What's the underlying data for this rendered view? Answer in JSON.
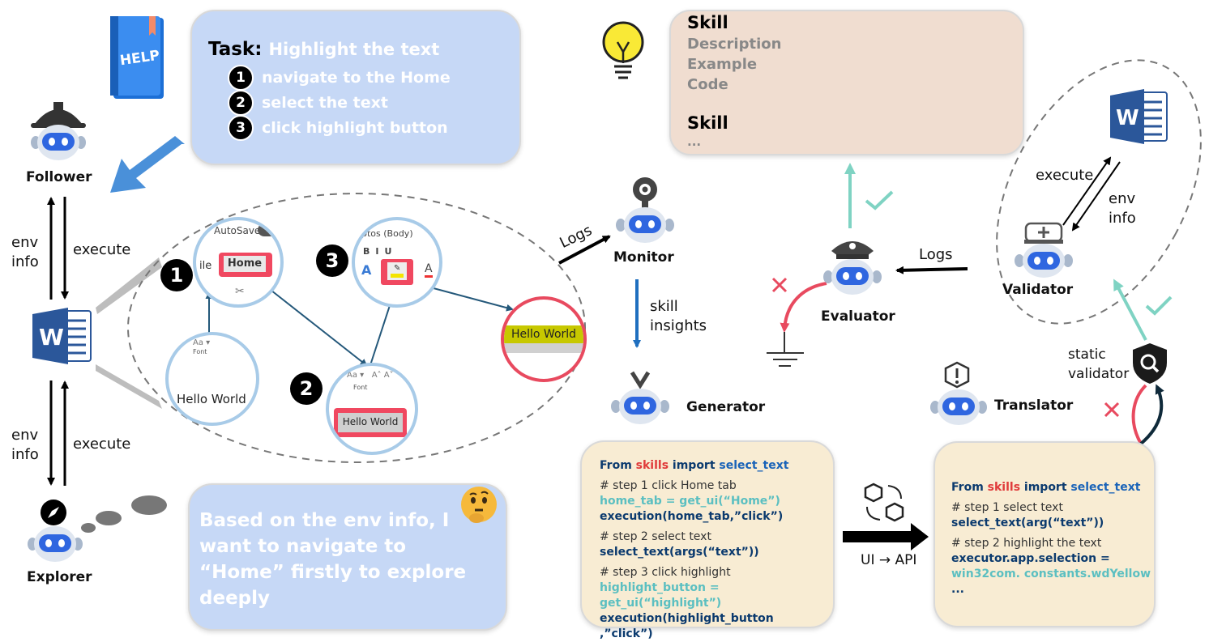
{
  "help_book": {
    "label": "HELP"
  },
  "task": {
    "prefix": "Task",
    "title": "Highlight the text",
    "steps": [
      {
        "num": "1",
        "text": "navigate to the Home"
      },
      {
        "num": "2",
        "text": "select the text"
      },
      {
        "num": "3",
        "text": "click highlight button"
      }
    ]
  },
  "agents": {
    "follower": "Follower",
    "explorer": "Explorer",
    "monitor": "Monitor",
    "generator": "Generator",
    "evaluator": "Evaluator",
    "validator": "Validator",
    "translator": "Translator"
  },
  "edges": {
    "env_info": "env\ninfo",
    "execute": "execute",
    "logs": "Logs",
    "skill_insights": "skill\ninsights",
    "static_validator": "static\nvalidator",
    "ui_api": "UI → API"
  },
  "zooms": {
    "autosave": "AutoSave",
    "home": "Home",
    "ile": "ile",
    "font": "Font",
    "font_body": "ptos (Body)",
    "hello": "Hello World",
    "nums": [
      "1",
      "2",
      "3"
    ]
  },
  "thought": {
    "text": "Based on the env info, I want to navigate to “Home” firstly to explore deeply"
  },
  "skills": {
    "skill_label": "Skill",
    "fields": [
      "Description",
      "Example",
      "Code"
    ],
    "ellipsis": "..."
  },
  "generator_code": {
    "import": {
      "from": "From",
      "module": "skills",
      "imp": "import",
      "name": "select_text"
    },
    "lines": [
      {
        "comment": "# step 1 click Home tab"
      },
      {
        "code": "home_tab = get_ui(“Home”)"
      },
      {
        "code": "execution(home_tab,”click”)"
      },
      {
        "comment": "# step 2 select text"
      },
      {
        "code": "select_text(args(“text”))"
      },
      {
        "comment": "# step 3 click highlight"
      },
      {
        "code": "highlight_button = get_ui(“highlight”)"
      },
      {
        "code": "execution(highlight_button ,”click”)"
      }
    ]
  },
  "translator_code": {
    "import": {
      "from": "From",
      "module": "skills",
      "imp": "import",
      "name": "select_text"
    },
    "lines": [
      {
        "comment": "# step 1 select text"
      },
      {
        "code": "select_text(arg(“text”))"
      },
      {
        "comment": "# step 2 highlight the text"
      },
      {
        "code": "executor.app.selection ="
      },
      {
        "code": "win32com. constants.wdYellow"
      },
      {
        "code": "..."
      }
    ]
  },
  "colors": {
    "task_bg": "#c6d8f6",
    "skill_bg": "#f0ddd0",
    "code_bg": "#f8ecd3",
    "accent_blue": "#4a90d9",
    "check_teal": "#7fd3c3",
    "cross_red": "#e84a5f",
    "word_blue": "#2b579a"
  },
  "icons": [
    "help-book-icon",
    "word-icon",
    "lightbulb-icon",
    "compass-icon",
    "thinking-face-icon",
    "shield-search-icon",
    "cubes-icon",
    "check-icon",
    "cross-icon",
    "ground-icon",
    "robot-icon"
  ]
}
